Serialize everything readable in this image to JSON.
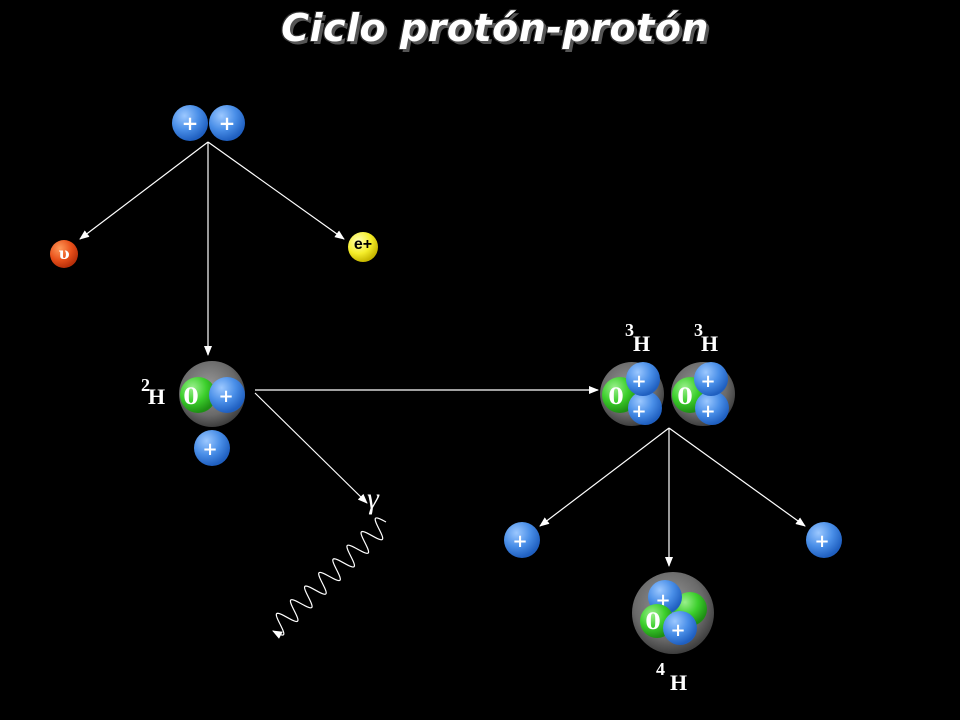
{
  "title": "Ciclo protón-protón",
  "symbols": {
    "proton": "+",
    "neutron": "0",
    "neutrino": "υ",
    "positron": "e+",
    "gamma": "γ"
  },
  "isotopes": {
    "deuterium": {
      "mass": "2",
      "element": "H"
    },
    "helium3_a": {
      "mass": "3",
      "element": "H"
    },
    "helium3_b": {
      "mass": "3",
      "element": "H"
    },
    "helium4": {
      "mass": "4",
      "element": "H"
    }
  },
  "colors": {
    "background": "#000000",
    "proton": "#4a8fe8",
    "neutron": "#3ccf2c",
    "neutrino": "#e8501a",
    "positron": "#f5ee2a",
    "nucleus_shell": "#666666",
    "arrows": "#ffffff"
  }
}
